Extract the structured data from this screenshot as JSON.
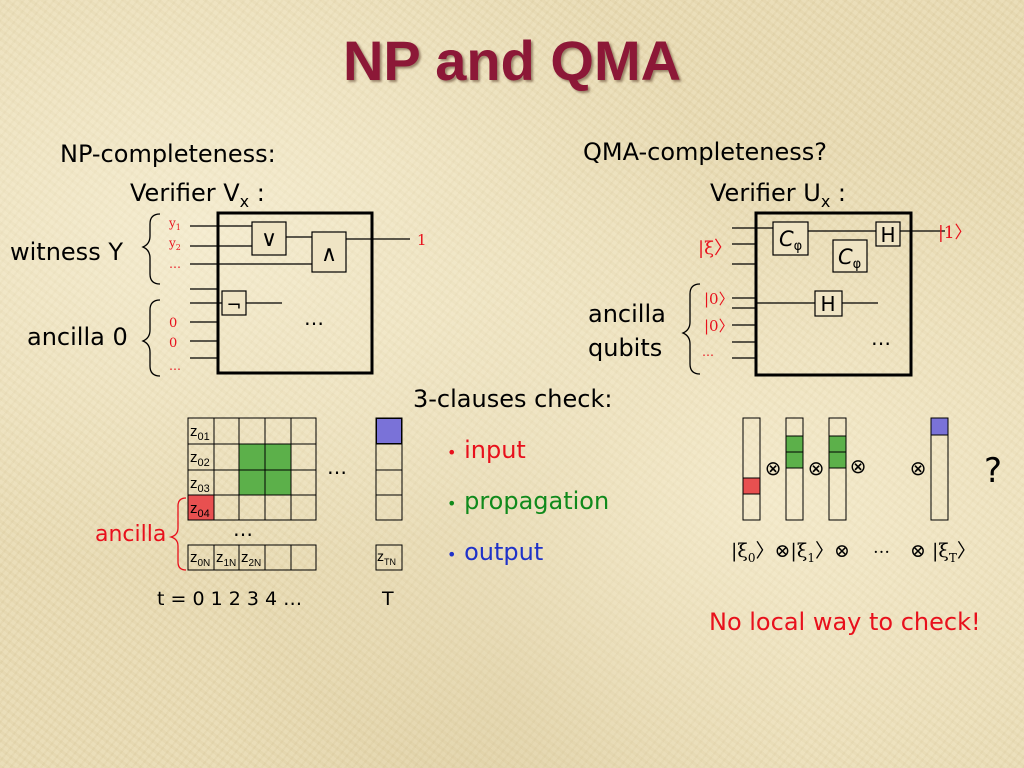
{
  "title": "NP and QMA",
  "left": {
    "heading": "NP-completeness:",
    "verifier_prefix": "Verifier V",
    "verifier_sub": "x",
    "verifier_suffix": " :",
    "witness_label": "witness Y",
    "ancilla_label": "ancilla 0",
    "inputs": [
      "y1",
      "y2",
      "…",
      "0",
      "0",
      "…"
    ],
    "output": "1",
    "gates": {
      "or": "∨",
      "and": "∧",
      "not": "¬"
    },
    "ellipsis": "…"
  },
  "right": {
    "heading": "QMA-completeness?",
    "verifier_prefix": "Verifier U",
    "verifier_sub": "x",
    "verifier_suffix": " :",
    "xi_input": "|ξ〉",
    "ancilla_label_1": "ancilla",
    "ancilla_label_2": "qubits",
    "ancilla_inputs": [
      "|0〉",
      "|0〉",
      "…"
    ],
    "output": "|1〉",
    "gates": {
      "c1": "C",
      "c1_sub": "φ",
      "c2": "C",
      "c2_sub": "φ",
      "h1": "H",
      "h2": "H"
    },
    "ellipsis": "…"
  },
  "tableau": {
    "rows": [
      {
        "z": "z",
        "sub": "01"
      },
      {
        "z": "z",
        "sub": "02"
      },
      {
        "z": "z",
        "sub": "03"
      },
      {
        "z": "z",
        "sub": "04"
      }
    ],
    "bottom_row": [
      {
        "z": "z",
        "sub": "0N"
      },
      {
        "z": "z",
        "sub": "1N"
      },
      {
        "z": "z",
        "sub": "2N"
      }
    ],
    "final_cell": {
      "z": "z",
      "sub": "TN"
    },
    "ancilla_label": "ancilla",
    "time_label": "t = 0  1  2  3  4 …",
    "T_label": "T",
    "ellipsis": "…"
  },
  "clauses": {
    "heading": "3-clauses check:",
    "items": [
      {
        "label": "input",
        "color": "#e8101c"
      },
      {
        "label": "propagation",
        "color": "#108a1c"
      },
      {
        "label": "output",
        "color": "#1f32c8"
      }
    ],
    "bullet": "•"
  },
  "qma_history": {
    "tensor": "⊗",
    "question": "?",
    "state_expr_1": "|ξ",
    "sub0": "0",
    "state_expr_2": "〉⊗|ξ",
    "sub1": "1",
    "state_expr_3": "〉⊗",
    "dots": "…",
    "state_expr_4": "⊗ |ξ",
    "subT": "T",
    "state_expr_5": "〉"
  },
  "conclusion": "No local way to check!",
  "colors": {
    "title": "#8c1837",
    "red_cell": "#e85050",
    "green_cell": "#5cb04a",
    "blue_cell": "#7a72d8",
    "red_text": "#e8101c"
  }
}
